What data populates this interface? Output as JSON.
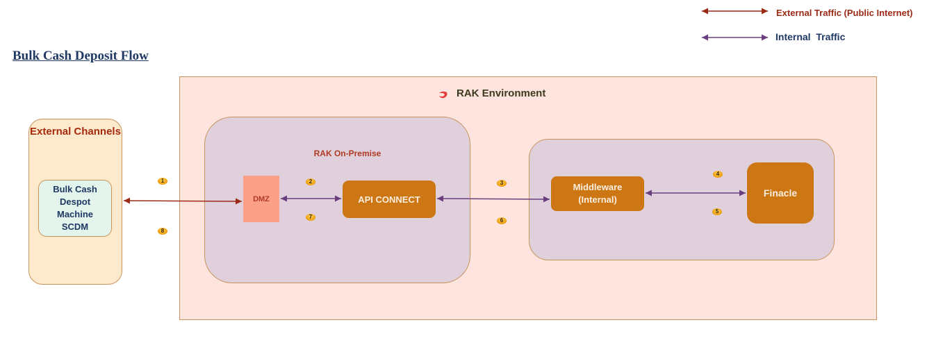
{
  "title": "Bulk Cash Deposit Flow",
  "legend": [
    {
      "label": "External Traffic (Public Internet)",
      "color": "#9b2a17",
      "type": "external"
    },
    {
      "label": "Internal  Traffic",
      "color": "#6b3f7f",
      "type": "internal"
    }
  ],
  "environment": {
    "title": "RAK Environment",
    "icon": "rak-logo-icon"
  },
  "external_channels": {
    "title": "External Channels",
    "device": "Bulk Cash Despot Machine SCDM"
  },
  "on_premise": {
    "title": "RAK On-Premise",
    "dmz": "DMZ",
    "api": "API CONNECT"
  },
  "internal_zone": {
    "middleware": "Middleware (Internal)",
    "finacle": "Finacle"
  },
  "steps": [
    "1",
    "2",
    "3",
    "4",
    "5",
    "6",
    "7",
    "8"
  ],
  "colors": {
    "external": "#9b2a17",
    "internal": "#6b3f7f"
  }
}
